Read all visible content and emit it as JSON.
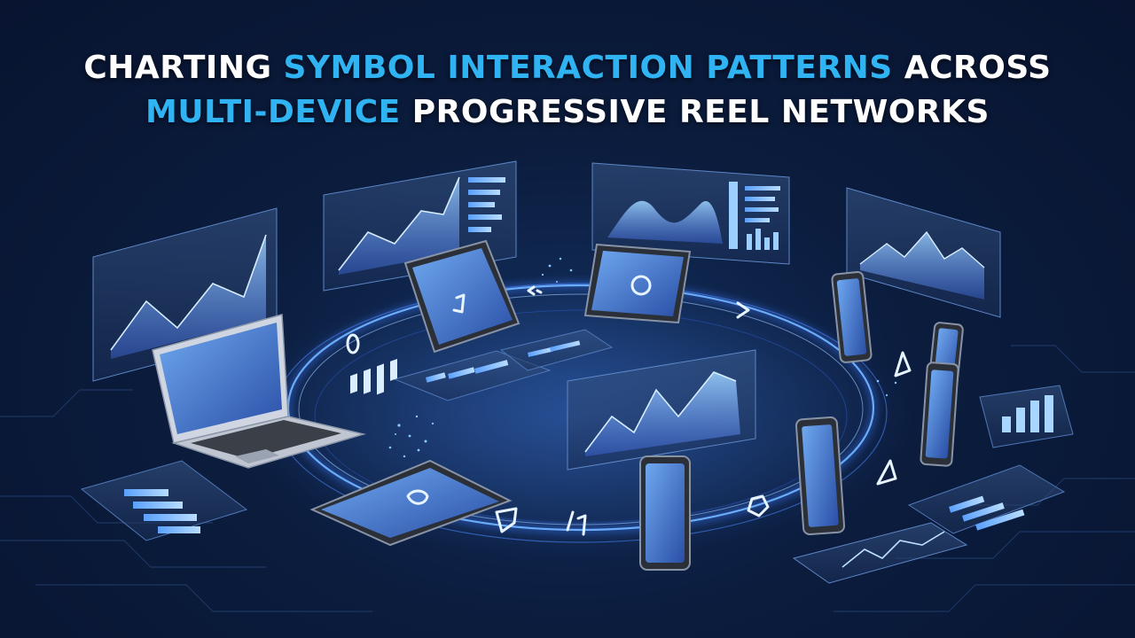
{
  "title": {
    "line1": [
      {
        "text": "CHARTING ",
        "highlight": false
      },
      {
        "text": "SYMBOL INTERACTION PATTERNS",
        "highlight": true
      },
      {
        "text": " ACROSS",
        "highlight": false
      }
    ],
    "line2": [
      {
        "text": "MULTI-DEVICE",
        "highlight": true
      },
      {
        "text": " PROGRESSIVE REEL NETWORKS",
        "highlight": false
      }
    ]
  },
  "colors": {
    "background": "#0a1834",
    "accent": "#2fb3f2",
    "title_text": "#ffffff",
    "glow": "#4f8cff"
  },
  "devices": [
    "laptop",
    "tablet",
    "tablet",
    "tablet",
    "phone",
    "phone",
    "phone",
    "phone",
    "phone"
  ],
  "symbols": [
    "circle-icon",
    "circle-icon",
    "triangle-icon",
    "triangle-icon",
    "play-icon",
    "pentagon-icon",
    "one-glyph-icon",
    "shield-icon"
  ]
}
